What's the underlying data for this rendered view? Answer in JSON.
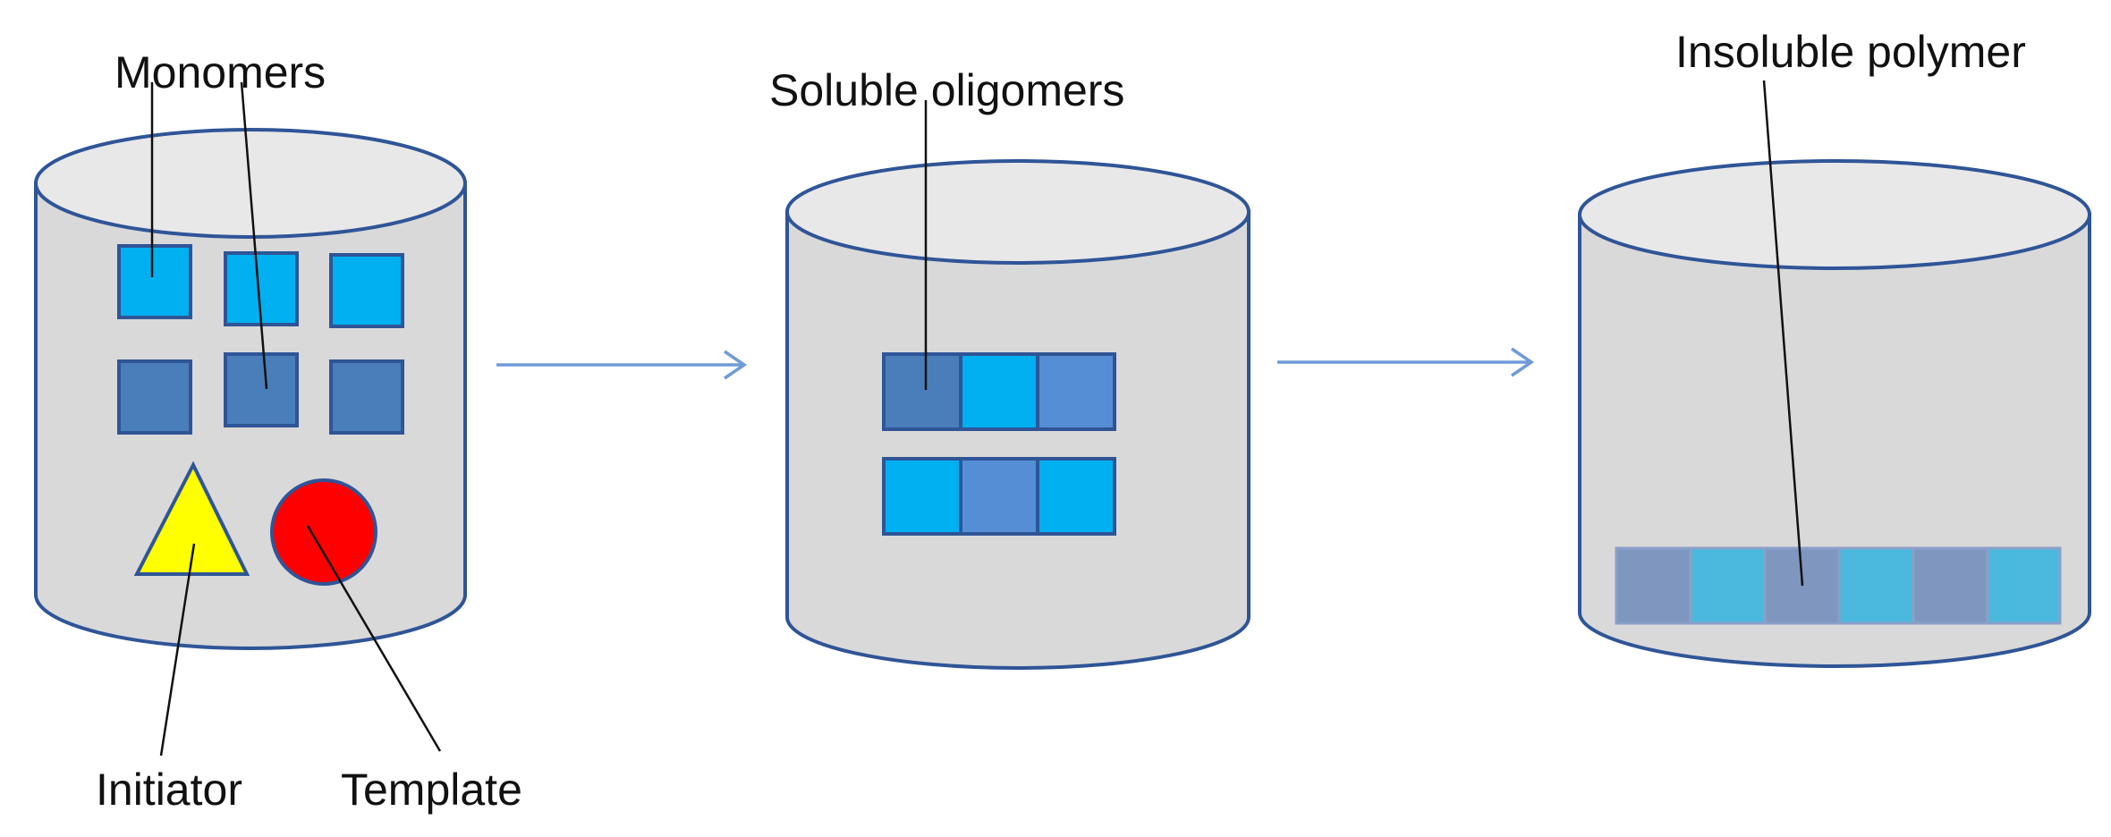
{
  "labels": {
    "monomers": "Monomers",
    "soluble_oligomers": "Soluble oligomers",
    "insoluble_polymer": "Insoluble polymer",
    "initiator": "Initiator",
    "template": "Template"
  },
  "colors": {
    "cylinder_fill": "#d9d9d9",
    "cylinder_top": "#e8e8e8",
    "outline": "#2f5597",
    "monomer_light": "#00b0f0",
    "monomer_dark": "#4a7ebb",
    "monomer_mid": "#558ed5",
    "initiator": "#ffff00",
    "template": "#ff0000",
    "polymer_dark": "#7f96bf",
    "polymer_light": "#4bb8de",
    "arrow": "#6f9bd6"
  }
}
